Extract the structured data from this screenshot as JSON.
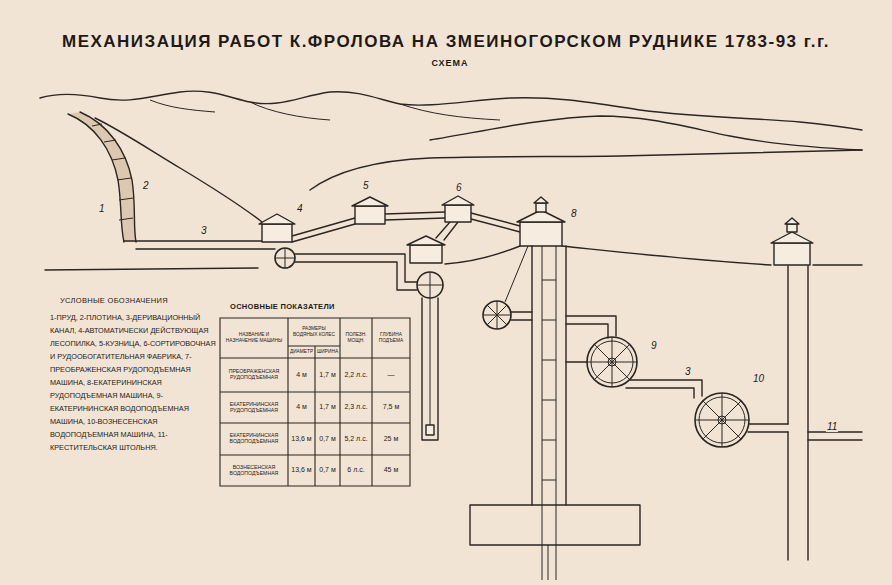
{
  "diagram": {
    "title": "МЕХАНИЗАЦИЯ РАБОТ К.ФРОЛОВА НА ЗМЕИНОГОРСКОМ РУДНИКЕ 1783-93 г.г.",
    "labels": [
      "СХЕМА",
      "1",
      "2",
      "3",
      "4",
      "5",
      "6",
      "8",
      "9",
      "3",
      "10",
      "11",
      "УСЛОВНЫЕ ОБОЗНАЧЕНИЯ",
      "1-ПРУД, 2-ПЛОТИНА, 3-ДЕРИВАЦИОННЫЙ КАНАЛ, 4-АВТОМАТИЧЕСКИ ДЕЙСТВУЮЩАЯ ЛЕСОПИЛКА, 5-КУЗНИЦА, 6-СОРТИРОВОЧНАЯ И РУДООБОГАТИТЕЛЬНАЯ ФАБРИКА, 7-ПРЕОБРАЖЕНСКАЯ РУДОПОДЪЕМНАЯ МАШИНА, 8-ЕКАТЕРИНИНСКАЯ РУДОПОДЪЕМНАЯ МАШИНА, 9-ЕКАТЕРИНИНСКАЯ ВОДОПОДЪЕМНАЯ МАШИНА, 10-ВОЗНЕСЕНСКАЯ ВОДОПОДЪЕМНАЯ МАШИНА, 11-КРЕСТИТЕЛЬСКАЯ ШТОЛЬНЯ.",
      "ОСНОВНЫЕ ПОКАЗАТЕЛИ",
      "НАЗВАНИЕ И НАЗНАЧЕНИЕ МАШИНЫ",
      "РАЗМЕРЫ ВОДЯНЫХ КОЛЕС",
      "ПОЛЕЗН. МОЩН.",
      "ГЛУБИНА ПОДЪЕМА",
      "ДИАМЕТР",
      "ШИРИНА",
      "ПРЕОБРАЖЕНСКАЯ РУДОПОДЪЕМНАЯ",
      "4 м",
      "1,7 м",
      "2,2 л.с.",
      "—",
      "ЕКАТЕРИНИНСКАЯ РУДОПОДЪЕМНАЯ",
      "4 м",
      "1,7 м",
      "2,3 л.с.",
      "7,5 м",
      "ЕКАТЕРИНИНСКАЯ ВОДОПОДЪЕМНАЯ",
      "13,6 м",
      "0,7 м",
      "5,2 л.с.",
      "25 м",
      "ВОЗНЕСЕНСКАЯ ВОДОПОДЪЕМНАЯ",
      "13,6 м",
      "0,7 м",
      "6 л.с.",
      "45 м"
    ]
  }
}
